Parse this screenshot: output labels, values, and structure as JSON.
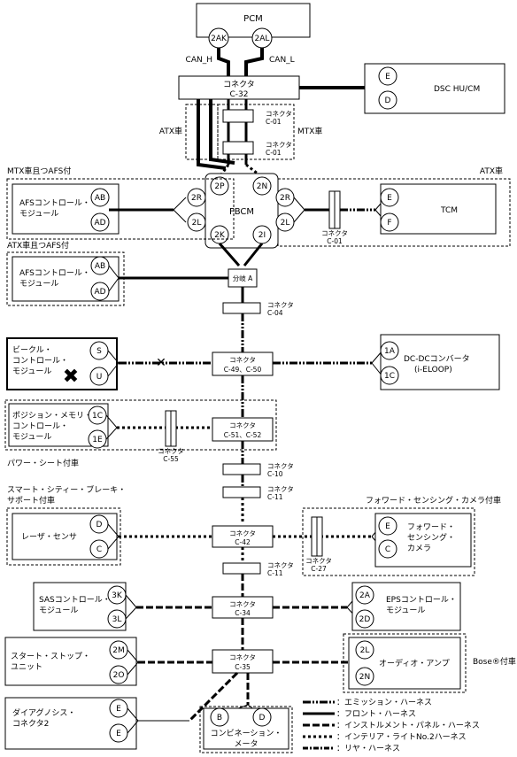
{
  "pcm": {
    "title": "PCM",
    "pin_h": "2AK",
    "pin_l": "2AL",
    "can_h": "CAN_H",
    "can_l": "CAN_L"
  },
  "c32": {
    "line1": "コネクタ",
    "line2": "C-32"
  },
  "dsc": {
    "title": "DSC HU/CM",
    "pin1": "E",
    "pin2": "D"
  },
  "c01a": {
    "line1": "コネクタ",
    "line2": "C-01"
  },
  "c01b": {
    "line1": "コネクタ",
    "line2": "C-01"
  },
  "atx_label": "ATX車",
  "mtx_label": "MTX車",
  "fbcm": {
    "title": "FBCM",
    "p2p": "2P",
    "p2n": "2N",
    "p2r_l": "2R",
    "p2l_l": "2L",
    "p2r_r": "2R",
    "p2l_r": "2L",
    "p2k": "2K",
    "p2i": "2I"
  },
  "afs1": {
    "group": "MTX車且つAFS付",
    "line1": "AFSコントロール・",
    "line2": "モジュール",
    "pin1": "AB",
    "pin2": "AD"
  },
  "tcm": {
    "group": "ATX車",
    "title": "TCM",
    "pin1": "E",
    "pin2": "F",
    "conn1": "コネクタ",
    "conn2": "C-01"
  },
  "afs2": {
    "group": "ATX車且つAFS付",
    "line1": "AFSコントロール・",
    "line2": "モジュール",
    "pin1": "AB",
    "pin2": "AD"
  },
  "branch": "分岐 A",
  "c04": {
    "line1": "コネクタ",
    "line2": "C-04"
  },
  "vcm": {
    "line1": "ビークル・",
    "line2": "コントロール・",
    "line3": "モジュール",
    "pin1": "S",
    "pin2": "U"
  },
  "c4950": {
    "line1": "コネクタ",
    "line2": "C-49、C-50"
  },
  "dcdc": {
    "line1": "DC-DCコンバータ",
    "line2": "(i-ELOOP)",
    "pin1": "1A",
    "pin2": "1C"
  },
  "psm": {
    "group": "パワー・シート付車",
    "line1": "ポジション・メモリ・",
    "line2": "コントロール・",
    "line3": "モジュール",
    "pin1": "1C",
    "pin2": "1E",
    "conn1": "コネクタ",
    "conn2": "C-55"
  },
  "c5152": {
    "line1": "コネクタ",
    "line2": "C-51、C-52"
  },
  "c10": {
    "line1": "コネクタ",
    "line2": "C-10"
  },
  "c11a": {
    "line1": "コネクタ",
    "line2": "C-11"
  },
  "laser": {
    "group1": "スマート・シティー・ブレーキ・",
    "group2": "サポート付車",
    "title": "レーザ・センサ",
    "pin1": "D",
    "pin2": "C"
  },
  "c42": {
    "line1": "コネクタ",
    "line2": "C-42"
  },
  "fsc": {
    "group": "フォワード・センシング・カメラ付車",
    "line1": "フォワード・",
    "line2": "センシング・",
    "line3": "カメラ",
    "pin1": "E",
    "pin2": "C",
    "conn1": "コネクタ",
    "conn2": "C-27"
  },
  "c11b": {
    "line1": "コネクタ",
    "line2": "C-11"
  },
  "sas": {
    "line1": "SASコントロール・",
    "line2": "モジュール",
    "pin1": "3K",
    "pin2": "3L"
  },
  "c34": {
    "line1": "コネクタ",
    "line2": "C-34"
  },
  "eps": {
    "line1": "EPSコントロール・",
    "line2": "モジュール",
    "pin1": "2A",
    "pin2": "2D"
  },
  "ss": {
    "line1": "スタート・ストップ・",
    "line2": "ユニット",
    "pin1": "2M",
    "pin2": "2O"
  },
  "c35": {
    "line1": "コネクタ",
    "line2": "C-35"
  },
  "audio": {
    "group": "Bose®付車",
    "title": "オーディオ・アンプ",
    "pin1": "2L",
    "pin2": "2N"
  },
  "diag": {
    "line1": "ダイアグノシス・",
    "line2": "コネクタ2",
    "pin1": "E",
    "pin2": "E"
  },
  "combi": {
    "line1": "コンビネーション・",
    "line2": "メータ",
    "pin1": "B",
    "pin2": "D"
  },
  "legend": {
    "emis": "：エミッション・ハーネス",
    "front": "：フロント・ハーネス",
    "inst": "：インストルメント・パネル・ハーネス",
    "intr": "：インテリア・ライトNo.2ハーネス",
    "rear": "：リヤ・ハーネス"
  }
}
